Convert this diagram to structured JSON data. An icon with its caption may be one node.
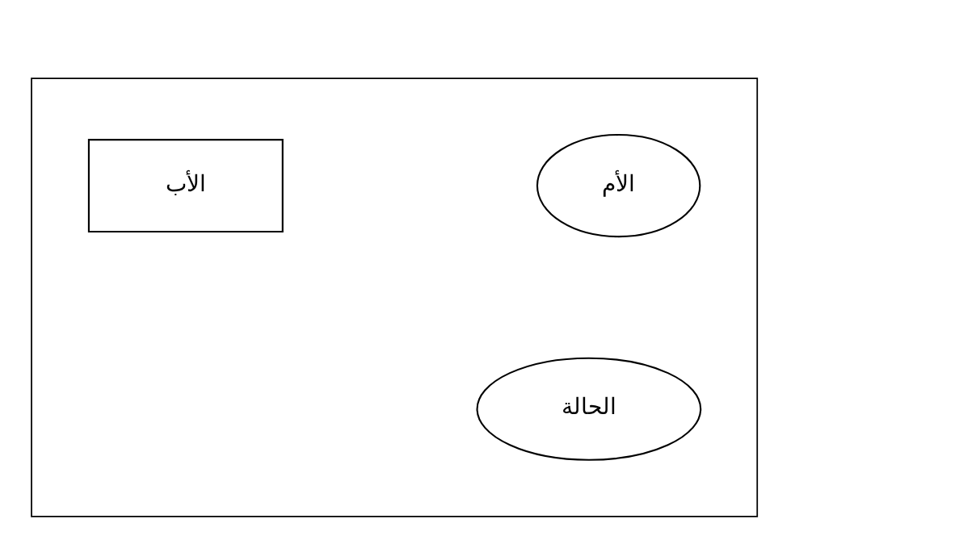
{
  "diagram": {
    "nodes": [
      {
        "text": [],
        "shape": "box"
      },
      {
        "text": [
          "الأم"
        ],
        "in": 0
      },
      {
        "text": [
          "الأب"
        ],
        "in": 0
      },
      {
        "text": [
          "الحالة"
        ],
        "in": 0
      }
    ],
    "edges": []
  }
}
